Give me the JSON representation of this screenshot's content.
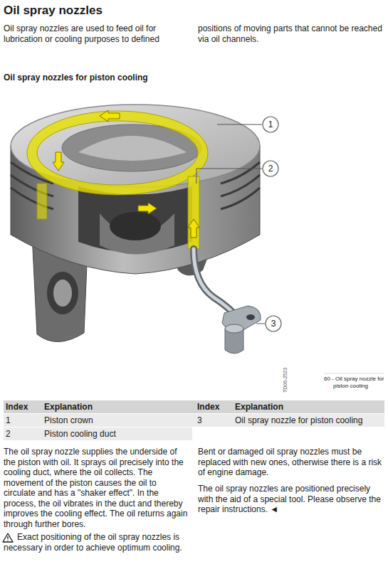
{
  "diagram": {
    "title": "Oil spray nozzles",
    "caption": "60 - Oil spray nozzle for piston cooling",
    "labels": [
      "Oil spray nozzles are used to feed oil for lubrication or cooling purposes to defined",
      "positions of moving parts that cannot be reached via oil channels.",
      "Oil spray nozzles for piston cooling",
      "1",
      "2",
      "3",
      "TD06-2523",
      "Index",
      "Explanation",
      "Index",
      "Explanation",
      "1",
      "Piston crown",
      "3",
      "Oil spray nozzle for piston cooling",
      "2",
      "Piston cooling duct",
      "The oil spray nozzle supplies the underside of the piston with oil. It sprays oil precisely into the cooling duct, where the oil collects. The movement of the piston causes the oil to circulate and has a \"shaker effect\". In the process, the oil vibrates in the duct and thereby improves the cooling effect. The oil returns again through further bores.",
      "Exact positioning of the oil spray nozzles is necessary in order to achieve optimum cooling.",
      "Bent or damaged oil spray nozzles must be replaced with new ones, otherwise there is a risk of engine damage.",
      "The oil spray nozzles are positioned precisely with the aid of a special tool. Please observe the repair instructions. ◄"
    ]
  }
}
